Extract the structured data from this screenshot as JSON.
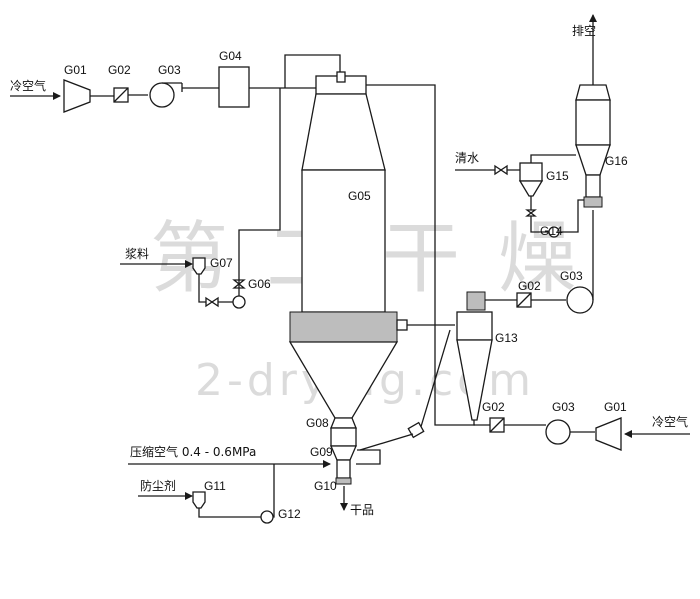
{
  "labels": {
    "g01_left": "G01",
    "g02_left": "G02",
    "g03_left": "G03",
    "g04": "G04",
    "g05": "G05",
    "g06": "G06",
    "g07": "G07",
    "g08": "G08",
    "g09": "G09",
    "g10": "G10",
    "g11": "G11",
    "g12": "G12",
    "g13": "G13",
    "g14": "G14",
    "g15": "G15",
    "g16": "G16",
    "g02_right": "G02",
    "g03_right": "G03",
    "g02_bottom": "G02",
    "g03_bottom": "G03",
    "g01_bottom": "G01"
  },
  "streams": {
    "cold_air_left": "冷空气",
    "cold_air_right": "冷空气",
    "exhaust": "排空",
    "clean_water": "清水",
    "slurry": "浆料",
    "compressed_air": "压缩空气 0.4 - 0.6MPa",
    "anti_dust": "防尘剂",
    "dry_product": "干品"
  },
  "watermark": {
    "chinese": "第二干燥",
    "site": "2-drying.com"
  }
}
